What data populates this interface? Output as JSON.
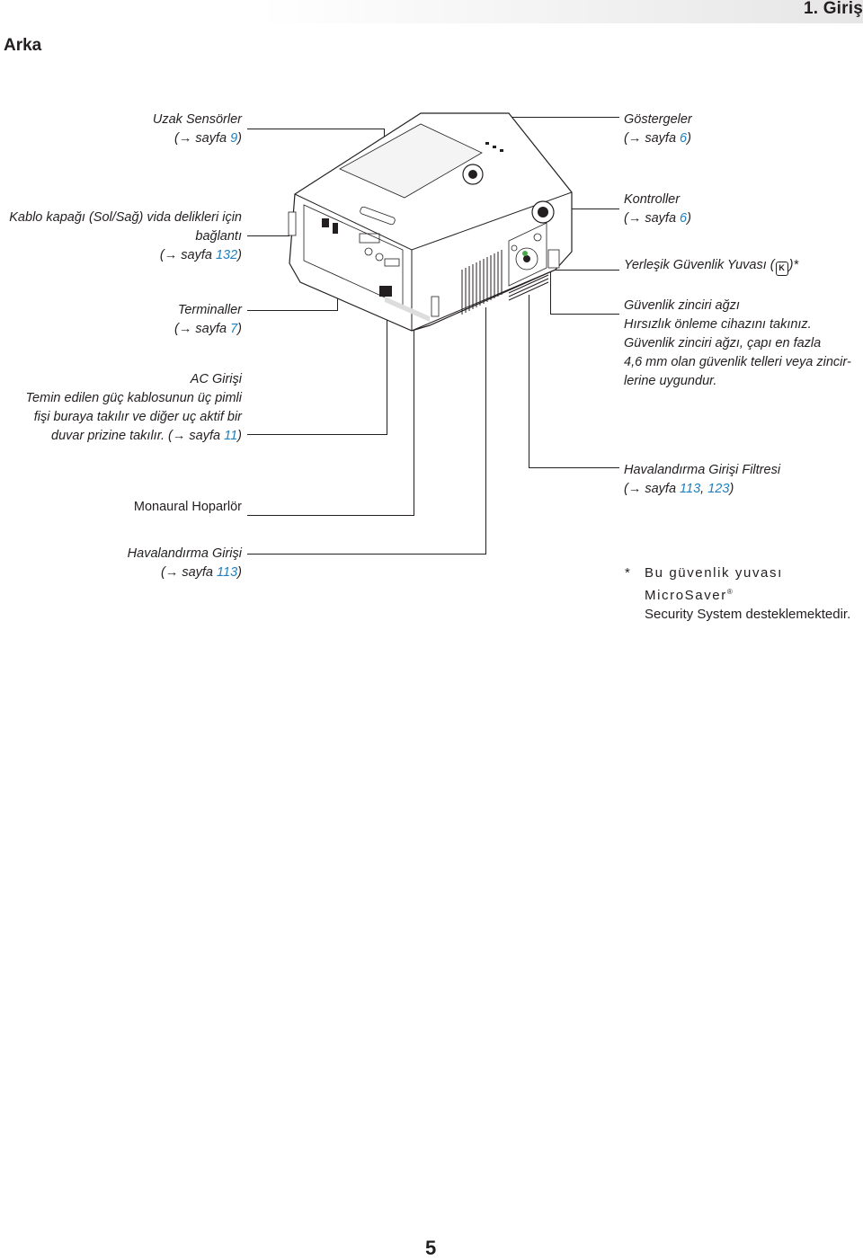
{
  "header": {
    "chapter": "1. Giriş"
  },
  "section": {
    "title": "Arka"
  },
  "left_labels": [
    {
      "l1": "Uzak Sensörler",
      "l2_pre": "(→ sayfa ",
      "l2_link": "9",
      "l2_post": ")"
    },
    {
      "l1": "Kablo kapağı (Sol/Sağ) vida delikleri için",
      "l2": "bağlantı",
      "l3_pre": "(→ sayfa ",
      "l3_link": "132",
      "l3_post": ")"
    },
    {
      "l1": "Terminaller",
      "l2_pre": "(→ sayfa ",
      "l2_link": "7",
      "l2_post": ")"
    },
    {
      "l1": "AC Girişi",
      "l2": "Temin edilen güç kablosunun üç pimli",
      "l3": "fişi buraya takılır ve diğer uç aktif bir",
      "l4_pre": "duvar prizine takılır. (→ sayfa ",
      "l4_link": "11",
      "l4_post": ")"
    },
    {
      "l1": "Monaural Hoparlör"
    },
    {
      "l1": "Havalandırma Girişi",
      "l2_pre": "(→ sayfa ",
      "l2_link": "113",
      "l2_post": ")"
    }
  ],
  "right_labels": [
    {
      "l1": "Göstergeler",
      "l2_pre": "(→ sayfa ",
      "l2_link": "6",
      "l2_post": ")"
    },
    {
      "l1": "Kontroller",
      "l2_pre": "(→ sayfa ",
      "l2_link": "6",
      "l2_post": ")"
    },
    {
      "l1_pre": "Yerleşik Güvenlik Yuvası (",
      "l1_icon": "K",
      "l1_post": ")*"
    },
    {
      "l1": "Güvenlik zinciri ağzı",
      "l2": "Hırsızlık önleme cihazını takınız.",
      "l3": "Güvenlik zinciri ağzı, çapı en fazla",
      "l4": "4,6 mm olan güvenlik telleri veya zincir-",
      "l5": "lerine uygundur."
    },
    {
      "l1": "Havalandırma Girişi Filtresi",
      "l2_pre": "(→ sayfa ",
      "l2_link1": "113",
      "l2_mid": ", ",
      "l2_link2": "123",
      "l2_post": ")"
    }
  ],
  "footnote": {
    "star": "*",
    "line1": "Bu güvenlik yuvası MicroSaver",
    "reg": "®",
    "line2": "Security System desteklemektedir."
  },
  "page_number": "5",
  "colors": {
    "link": "#1f7fbf",
    "text": "#231f20"
  }
}
